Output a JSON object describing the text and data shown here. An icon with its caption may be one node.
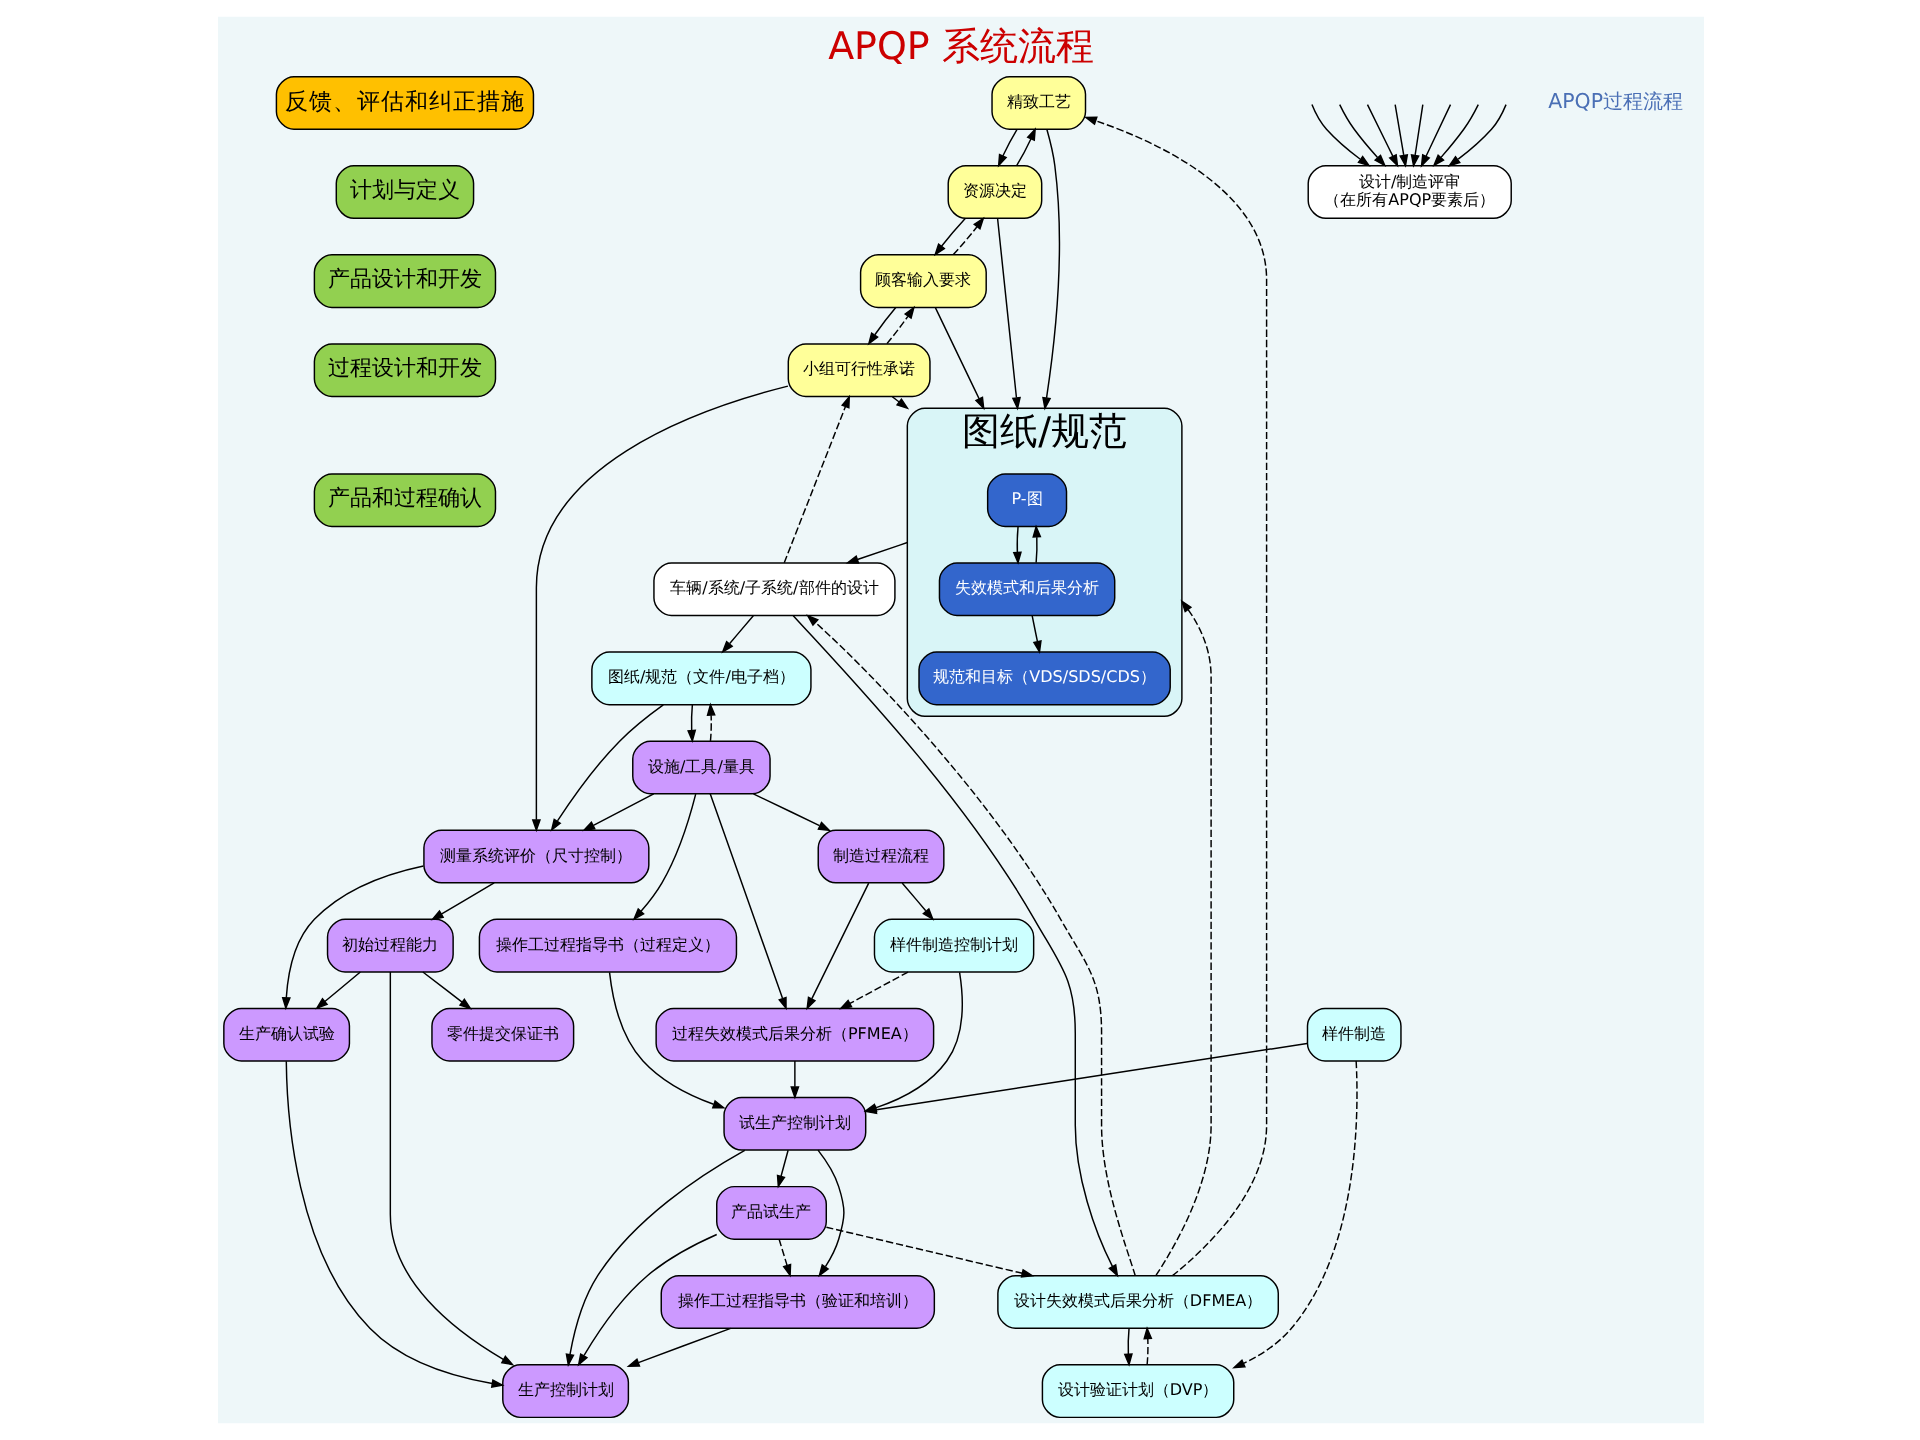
{
  "diagram": {
    "title": "APQP 系统流程",
    "nodes": [
      {
        "text": [
          "反馈、评估和纠正措施"
        ]
      },
      {
        "text": [
          "计划与定义"
        ]
      },
      {
        "text": [
          "产品设计和开发"
        ]
      },
      {
        "text": [
          "过程设计和开发"
        ]
      },
      {
        "text": [
          "产品和过程确认"
        ]
      },
      {
        "text": [
          "精致工艺"
        ]
      },
      {
        "text": [
          "资源决定"
        ]
      },
      {
        "text": [
          "顾客输入要求"
        ]
      },
      {
        "text": [
          "小组可行性承诺"
        ]
      },
      {
        "text": [
          "图纸/规范"
        ]
      },
      {
        "text": [
          "P-图"
        ],
        "in": 9
      },
      {
        "text": [
          "失效模式和后果分析"
        ],
        "in": 9
      },
      {
        "text": [
          "规范和目标（VDS/SDS/CDS）"
        ],
        "in": 9
      },
      {
        "text": [
          "车辆/系统/子系统/部件的设计"
        ]
      },
      {
        "text": [
          "设计失效模式后果分析（DFMEA）"
        ]
      },
      {
        "text": [
          "设计验证计划（DVP）"
        ]
      },
      {
        "text": [
          "设计/制造评审",
          "（在所有APQP要素后）"
        ]
      },
      {
        "text": [
          "图纸/规范（文件/电子档）"
        ]
      },
      {
        "text": [
          "设施/工具/量具"
        ]
      },
      {
        "text": [
          "制造过程流程"
        ]
      },
      {
        "text": [
          "操作工过程指导书（过程定义）"
        ]
      },
      {
        "text": [
          "过程失效模式后果分析（PFMEA）"
        ]
      },
      {
        "text": [
          "测量系统评价（尺寸控制）"
        ]
      },
      {
        "text": [
          "样件制造控制计划"
        ]
      },
      {
        "text": [
          "样件制造"
        ]
      },
      {
        "text": [
          "试生产控制计划"
        ]
      },
      {
        "text": [
          "产品试生产"
        ]
      },
      {
        "text": [
          "操作工过程指导书（验证和培训）"
        ]
      },
      {
        "text": [
          "生产控制计划"
        ]
      },
      {
        "text": [
          "初始过程能力"
        ]
      },
      {
        "text": [
          "生产确认试验"
        ]
      },
      {
        "text": [
          "零件提交保证书"
        ]
      }
    ],
    "edges": [
      {
        "from": 5,
        "to": 6,
        "arrow": "to"
      },
      {
        "from": 6,
        "to": 5,
        "arrow": "to"
      },
      {
        "from": 6,
        "to": 7,
        "arrow": "to"
      },
      {
        "from": 7,
        "to": 6,
        "arrow": "to",
        "style": "dashed"
      },
      {
        "from": 7,
        "to": 8,
        "arrow": "to"
      },
      {
        "from": 8,
        "to": 7,
        "arrow": "to",
        "style": "dashed"
      },
      {
        "from": 5,
        "to": 9,
        "arrow": "to"
      },
      {
        "from": 6,
        "to": 9,
        "arrow": "to"
      },
      {
        "from": 7,
        "to": 9,
        "arrow": "to"
      },
      {
        "from": 8,
        "to": 9,
        "arrow": "to"
      },
      {
        "from": 10,
        "to": 11,
        "arrow": "to"
      },
      {
        "from": 11,
        "to": 10,
        "arrow": "to"
      },
      {
        "from": 11,
        "to": 12,
        "arrow": "to"
      },
      {
        "from": 9,
        "to": 13,
        "arrow": "to"
      },
      {
        "from": 13,
        "to": 14,
        "arrow": "to"
      },
      {
        "from": 14,
        "to": 13,
        "arrow": "to",
        "style": "dashed"
      },
      {
        "from": 14,
        "to": 9,
        "arrow": "to",
        "style": "dashed"
      },
      {
        "from": 14,
        "to": 5,
        "arrow": "to",
        "style": "dashed"
      },
      {
        "from": 13,
        "to": 8,
        "arrow": "to",
        "style": "dashed"
      },
      {
        "from": 14,
        "to": 15,
        "arrow": "to"
      },
      {
        "from": 15,
        "to": 14,
        "arrow": "to",
        "style": "dashed"
      },
      {
        "from": 13,
        "to": 17,
        "arrow": "to"
      },
      {
        "from": 17,
        "to": 18,
        "arrow": "to"
      },
      {
        "from": 18,
        "to": 17,
        "arrow": "to",
        "style": "dashed"
      },
      {
        "from": 17,
        "to": 22,
        "arrow": "to"
      },
      {
        "from": 8,
        "to": 22,
        "arrow": "to"
      },
      {
        "from": 18,
        "to": 22,
        "arrow": "to"
      },
      {
        "from": 18,
        "to": 19,
        "arrow": "to"
      },
      {
        "from": 18,
        "to": 20,
        "arrow": "to"
      },
      {
        "from": 18,
        "to": 21,
        "arrow": "to"
      },
      {
        "from": 19,
        "to": 21,
        "arrow": "to"
      },
      {
        "from": 19,
        "to": 23,
        "arrow": "to"
      },
      {
        "from": 23,
        "to": 21,
        "arrow": "to",
        "style": "dashed"
      },
      {
        "from": 20,
        "to": 25,
        "arrow": "to"
      },
      {
        "from": 21,
        "to": 25,
        "arrow": "to"
      },
      {
        "from": 23,
        "to": 25,
        "arrow": "to"
      },
      {
        "from": 24,
        "to": 25,
        "arrow": "to"
      },
      {
        "from": 24,
        "to": 15,
        "arrow": "to",
        "style": "dashed"
      },
      {
        "from": 26,
        "to": 14,
        "arrow": "to",
        "style": "dashed"
      },
      {
        "from": 25,
        "to": 26,
        "arrow": "to"
      },
      {
        "from": 25,
        "to": 27,
        "arrow": "to"
      },
      {
        "from": 26,
        "to": 27,
        "arrow": "to",
        "style": "dashed"
      },
      {
        "from": 25,
        "to": 28,
        "arrow": "to"
      },
      {
        "from": 26,
        "to": 28,
        "arrow": "to"
      },
      {
        "from": 27,
        "to": 28,
        "arrow": "to"
      },
      {
        "from": 22,
        "to": 29,
        "arrow": "to"
      },
      {
        "from": 22,
        "to": 30,
        "arrow": "to"
      },
      {
        "from": 29,
        "to": 28,
        "arrow": "to"
      },
      {
        "from": 29,
        "to": 30,
        "arrow": "to"
      },
      {
        "from": 29,
        "to": 31,
        "arrow": "to"
      },
      {
        "from": 30,
        "to": 28,
        "arrow": "to"
      },
      {
        "from": null,
        "to": 16,
        "arrow": "to"
      },
      {
        "from": null,
        "to": 16,
        "arrow": "to"
      },
      {
        "from": null,
        "to": 16,
        "arrow": "to"
      },
      {
        "from": null,
        "to": 16,
        "arrow": "to"
      },
      {
        "from": null,
        "to": 16,
        "arrow": "to"
      },
      {
        "from": null,
        "to": 16,
        "arrow": "to"
      },
      {
        "from": null,
        "to": 16,
        "arrow": "to"
      },
      {
        "from": null,
        "to": 16,
        "arrow": "to"
      }
    ],
    "labels": [
      "APQP过程流程"
    ]
  }
}
